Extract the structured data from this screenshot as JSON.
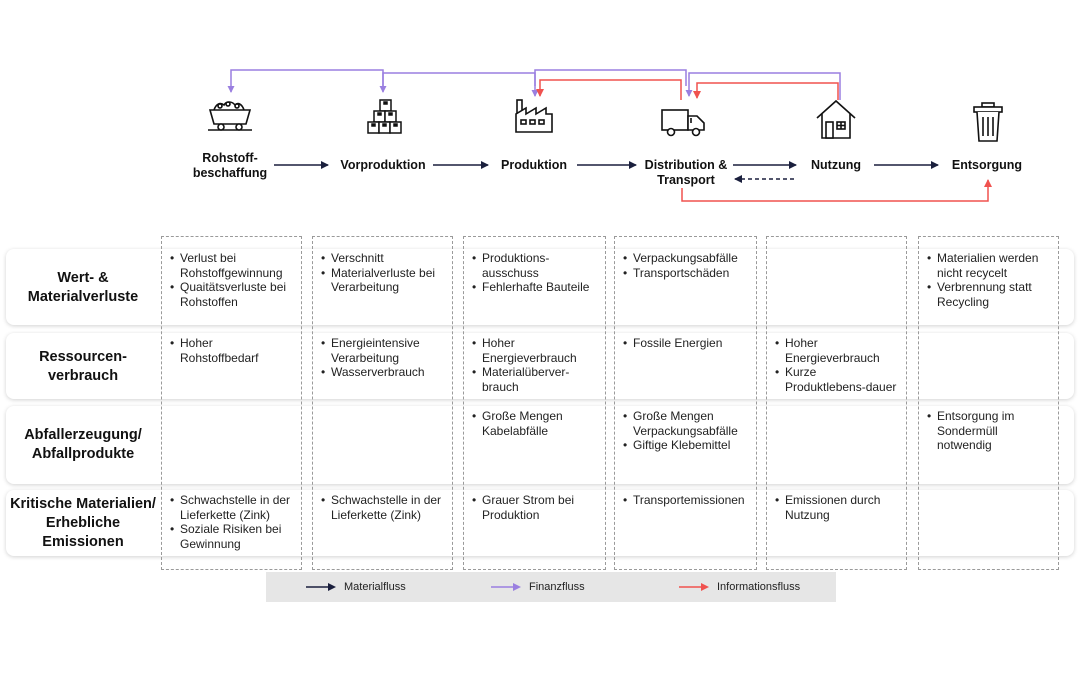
{
  "stages": [
    {
      "id": "rohstoff",
      "icon": "mine-cart-icon",
      "label": "Rohstoff-\nbeschaffung"
    },
    {
      "id": "vorproduktion",
      "icon": "boxes-icon",
      "label": "Vorproduktion"
    },
    {
      "id": "produktion",
      "icon": "factory-icon",
      "label": "Produktion"
    },
    {
      "id": "distribution",
      "icon": "truck-icon",
      "label": "Distribution &\nTransport"
    },
    {
      "id": "nutzung",
      "icon": "house-icon",
      "label": "Nutzung"
    },
    {
      "id": "entsorgung",
      "icon": "trash-bin-icon",
      "label": "Entsorgung"
    }
  ],
  "rows": [
    {
      "label": "Wert- &\nMaterialverluste"
    },
    {
      "label": "Ressourcen-\nverbrauch"
    },
    {
      "label": "Abfallerzeugung/\nAbfallprodukte"
    },
    {
      "label": "Kritische Materialien/\nErhebliche\nEmissionen"
    }
  ],
  "cells": [
    [
      [
        "Verlust bei Rohstoffgewinnung",
        "Quaitätsverluste bei Rohstoffen"
      ],
      [
        "Verschnitt",
        "Materialverluste bei Verarbeitung"
      ],
      [
        "Produktions-ausschuss",
        "Fehlerhafte Bauteile"
      ],
      [
        "Verpackungsabfälle",
        "Transportschäden"
      ],
      [],
      [
        "Materialien werden nicht recycelt",
        "Verbrennung statt Recycling"
      ]
    ],
    [
      [
        "Hoher Rohstoffbedarf"
      ],
      [
        "Energieintensive Verarbeitung",
        "Wasserverbrauch"
      ],
      [
        "Hoher Energieverbrauch",
        "Materialüberver-brauch"
      ],
      [
        "Fossile Energien"
      ],
      [
        "Hoher Energieverbrauch",
        "Kurze Produktlebens-dauer"
      ],
      []
    ],
    [
      [],
      [],
      [
        "Große Mengen Kabelabfälle"
      ],
      [
        "Große Mengen Verpackungsabfälle",
        "Giftige Klebemittel"
      ],
      [],
      [
        "Entsorgung im Sondermüll notwendig"
      ]
    ],
    [
      [
        "Schwachstelle in der Lieferkette (Zink)",
        "Soziale Risiken bei Gewinnung"
      ],
      [
        "Schwachstelle in der Lieferkette (Zink)"
      ],
      [
        "Grauer Strom bei Produktion"
      ],
      [
        "Transportemissionen"
      ],
      [
        "Emissionen durch Nutzung"
      ],
      []
    ]
  ],
  "legend": {
    "material": "Materialfluss",
    "finanz": "Finanzfluss",
    "information": "Informationsfluss"
  },
  "colors": {
    "material": "#1a1f3d",
    "finanz": "#9a7fe0",
    "information": "#f0524f"
  }
}
